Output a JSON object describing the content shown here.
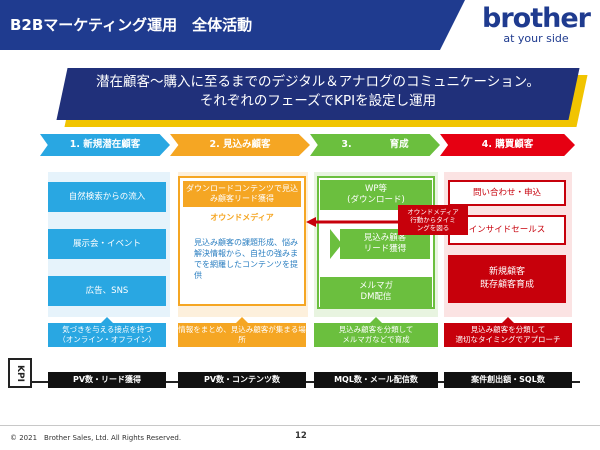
{
  "header": {
    "title": "B2Bマーケティング運用　全体活動"
  },
  "brand": {
    "name": "brother",
    "tagline": "at your side"
  },
  "banner": {
    "line1": "潜在顧客～購入に至るまでのデジタル＆アナログのコミュニケーション。",
    "line2": "それぞれのフェーズでKPIを設定し運用"
  },
  "phases": [
    {
      "label": "1. 新規潜在顧客"
    },
    {
      "label": "2. 見込み顧客"
    },
    {
      "label": "3.　　　　育成"
    },
    {
      "label": "4. 購買顧客"
    }
  ],
  "col1": {
    "items": [
      "自然検索からの流入",
      "展示会・イベント",
      "広告、SNS"
    ]
  },
  "col2": {
    "top": "ダウンロードコンテンツで見込み顧客リード獲得",
    "owned": "オウンドメディア",
    "text": "見込み顧客の課題形成、悩み解決情報から、自社の強みまでを網羅したコンテンツを提供"
  },
  "col3": {
    "items": [
      "WP等\n(ダウンロード)",
      "見込み顧客\nリード獲得",
      "メルマガ\nDM配信"
    ]
  },
  "col4": {
    "items": [
      "問い合わせ・申込",
      "インサイドセールス",
      "新規顧客\n既存顧客育成"
    ]
  },
  "arrow_note": "オウンドメディア\n行動からタイミ\nングを図る",
  "speech": [
    "気づきを与える接点を持つ\n（オンライン・オフライン）",
    "情報をまとめ、見込み顧客が集まる場所",
    "見込み顧客を分類して\nメルマガなどで育成",
    "見込み顧客を分類して\n適切なタイミングでアプローチ"
  ],
  "kpi": {
    "label": "KPI",
    "items": [
      "PV数・リード獲得",
      "PV数・コンテンツ数",
      "MQL数・メール配信数",
      "案件創出額・SQL数"
    ]
  },
  "footer": {
    "copyright": "© 2021　Brother Sales, Ltd. All Rights Reserved.",
    "page": "12"
  }
}
